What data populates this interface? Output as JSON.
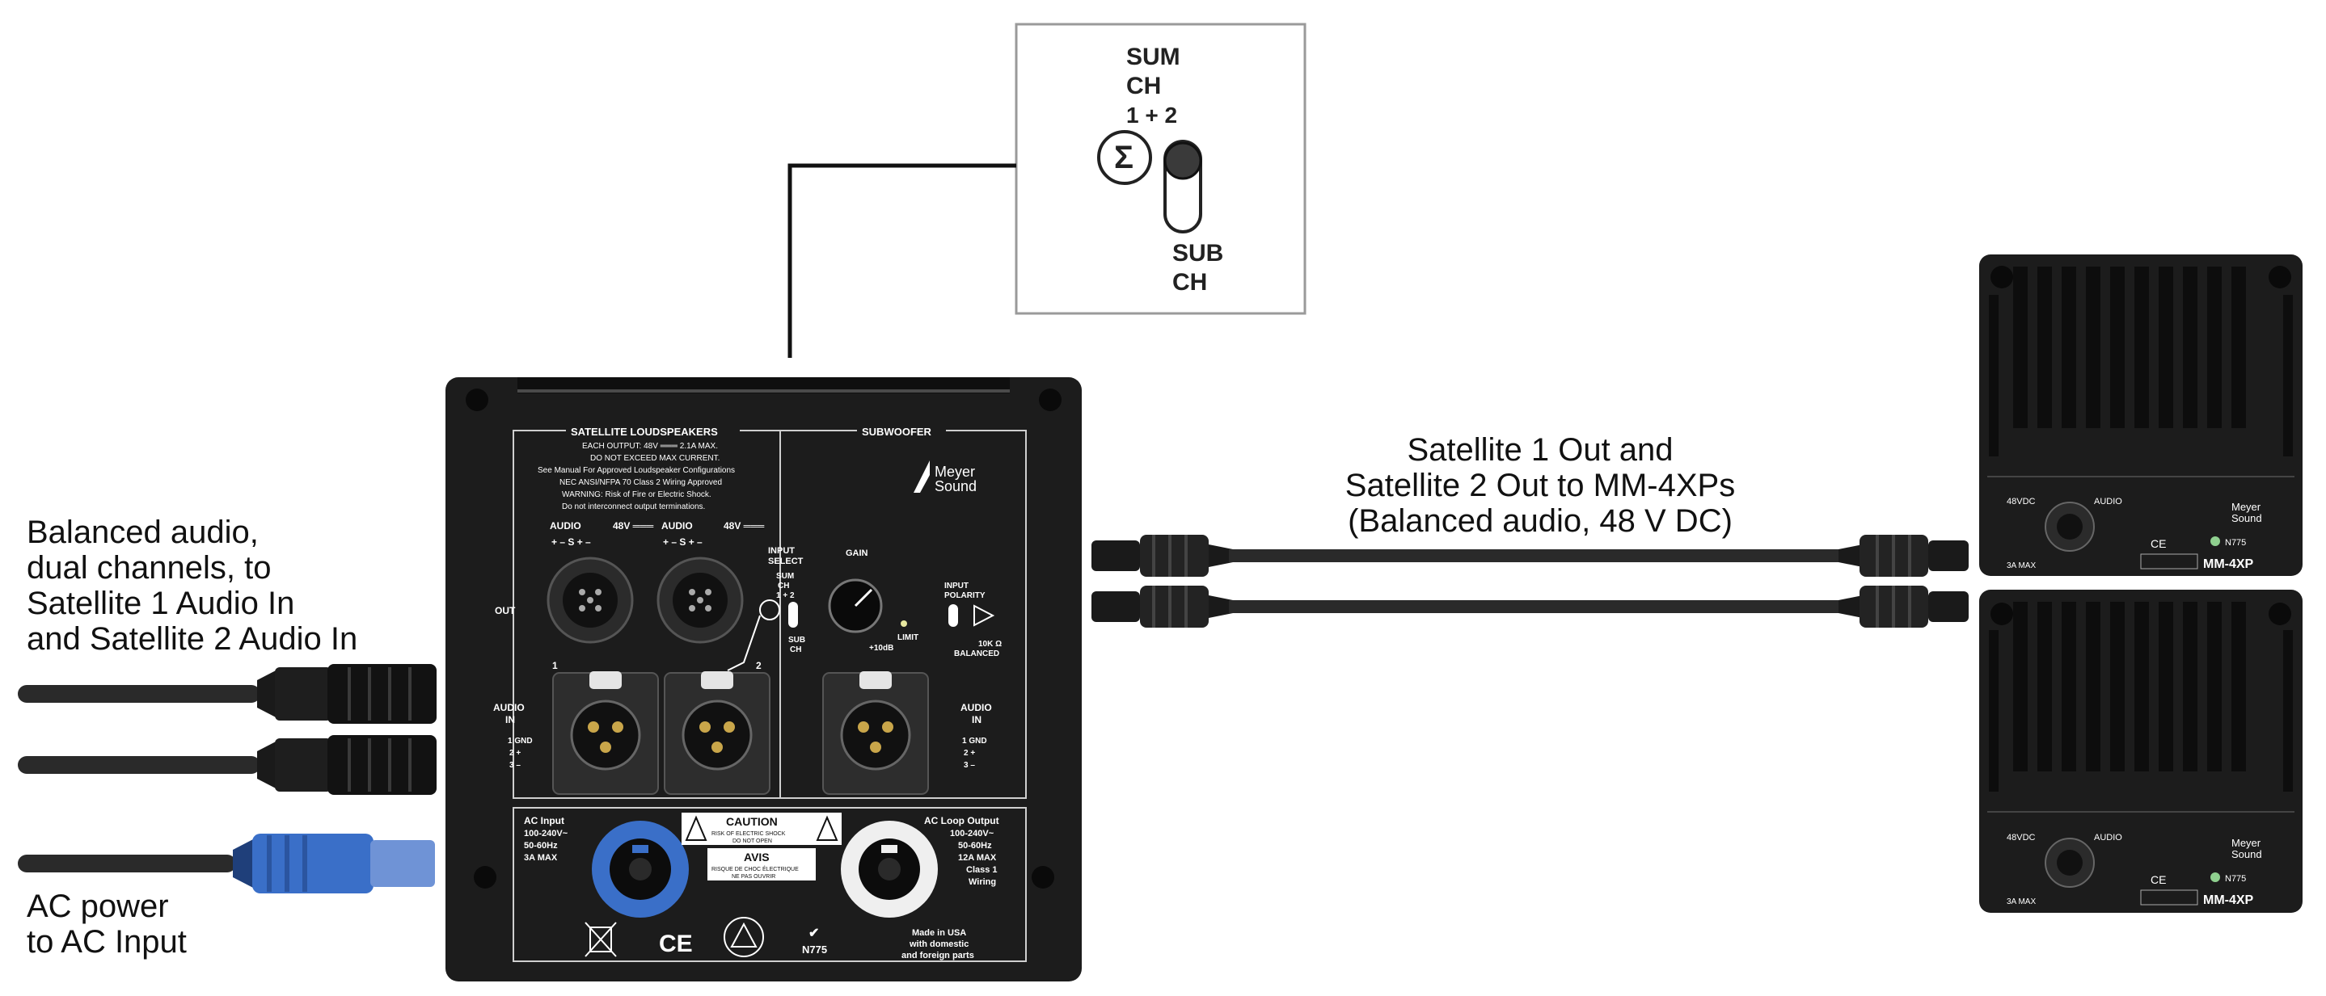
{
  "callout": {
    "line1": "SUM",
    "line2": "CH",
    "line3": "1 + 2",
    "sigma": "Σ",
    "line4": "SUB",
    "line5": "CH"
  },
  "left_labels": {
    "audio_line1": "Balanced audio,",
    "audio_line2": "dual channels, to",
    "audio_line3": "Satellite 1 Audio In",
    "audio_line4": "and Satellite 2 Audio In",
    "power_line1": "AC power",
    "power_line2": "to AC Input"
  },
  "mid_labels": {
    "line1": "Satellite 1 Out and",
    "line2": "Satellite 2 Out to MM-4XPs",
    "line3": "(Balanced audio, 48 V DC)"
  },
  "panel": {
    "sat_header": "SATELLITE LOUDSPEAKERS",
    "sub_header": "SUBWOOFER",
    "sat_info1": "EACH OUTPUT: 48V ═══ 2.1A MAX.",
    "sat_info2": "DO NOT EXCEED MAX CURRENT.",
    "sat_info3": "See Manual For Approved Loudspeaker Configurations",
    "sat_info4": "NEC ANSI/NFPA 70 Class 2 Wiring Approved",
    "sat_info5": "WARNING: Risk of Fire or Electric Shock.",
    "sat_info6": "Do not interconnect output terminations.",
    "brand1": "Meyer",
    "brand2": "Sound",
    "audio1": "AUDIO",
    "v48_1": "48V ═══",
    "audio2": "AUDIO",
    "v48_2": "48V ═══",
    "pins": "+  –  S  +  –",
    "out": "OUT",
    "input_select1": "INPUT",
    "input_select2": "SELECT",
    "sum1": "SUM",
    "sum2": "CH",
    "sum3": "1 + 2",
    "subch1": "SUB",
    "subch2": "CH",
    "gain": "GAIN",
    "limit": "LIMIT",
    "plus10": "+10dB",
    "input_polarity1": "INPUT",
    "input_polarity2": "POLARITY",
    "balanced1": "10K Ω",
    "balanced2": "BALANCED",
    "audio_in_left1": "AUDIO",
    "audio_in_left2": "IN",
    "audio_in_right1": "AUDIO",
    "audio_in_right2": "IN",
    "pinmap1": "1 GND",
    "pinmap2": "2  +",
    "pinmap3": "3  –",
    "ch1": "1",
    "ch2": "2",
    "ac_input1": "AC Input",
    "ac_input2": "100-240V~",
    "ac_input3": "50-60Hz",
    "ac_input4": "3A MAX",
    "caution": "CAUTION",
    "caution_sub1": "RISK OF ELECTRIC SHOCK",
    "caution_sub2": "DO NOT OPEN",
    "avis": "AVIS",
    "avis_sub1": "RISQUE DE CHOC ÉLECTRIQUE",
    "avis_sub2": "NE PAS OUVRIR",
    "ac_loop1": "AC Loop Output",
    "ac_loop2": "100-240V~",
    "ac_loop3": "50-60Hz",
    "ac_loop4": "12A MAX",
    "ac_loop5": "Class 1",
    "ac_loop6": "Wiring",
    "ce": "CE",
    "n775": "N775",
    "made1": "Made in USA",
    "made2": "with domestic",
    "made3": "and foreign parts"
  },
  "mm4xp": {
    "dc": "48VDC",
    "audio": "AUDIO",
    "model": "MM-4XP",
    "max": "3A MAX",
    "brand1": "Meyer",
    "brand2": "Sound",
    "ce": "CE",
    "n775": "N775"
  },
  "colors": {
    "panel": "#1c1c1c",
    "cable": "#2a2a2a",
    "powercon_blue": "#3a6fc8",
    "callout_border": "#9a9a9a"
  }
}
